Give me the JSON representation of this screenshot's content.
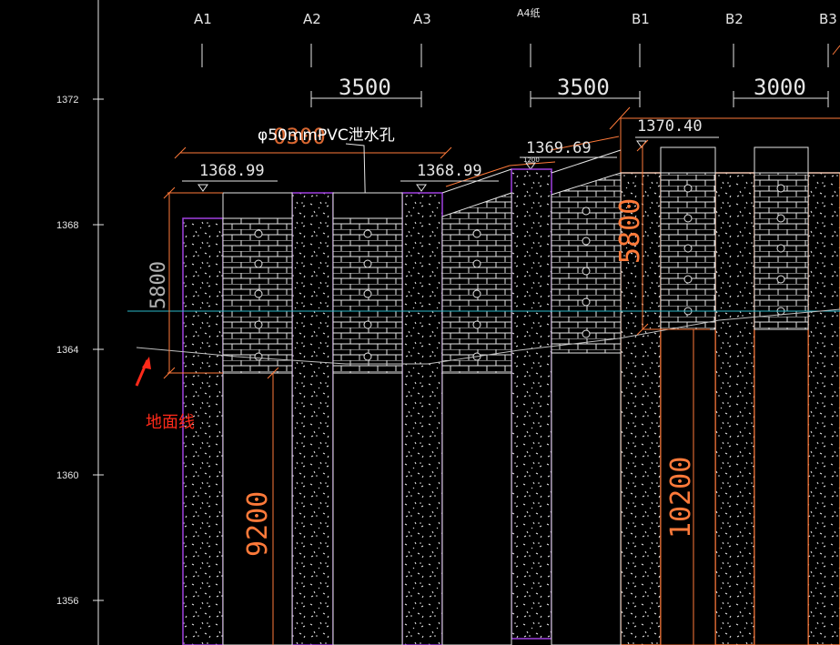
{
  "drawing": {
    "paper_label": "A4纸",
    "axes": [
      "A1",
      "A2",
      "A3",
      "B1",
      "B2",
      "B3"
    ],
    "elevation_ticks": [
      "1372",
      "1368",
      "1364",
      "1360",
      "1356"
    ],
    "dimensions": [
      "3500",
      "3500",
      "3000"
    ],
    "elevations": [
      "1370.40",
      "1369.69",
      "1368.99",
      "1368.99"
    ],
    "pipe_note": "φ50mmPVC泄水孔",
    "ghost_dimension": "0300",
    "ground_line_label": "地面线",
    "vertical_dims": [
      "5800",
      "9200",
      "5800",
      "10200"
    ],
    "tiny_label": "1200",
    "colors": {
      "background": "#000000",
      "line": "#e6e6e6",
      "pile": "#a040e0",
      "pile_orange": "#ff7a3a",
      "ground_line": "#2ab8c8",
      "annotation": "#ff2a1a"
    }
  }
}
